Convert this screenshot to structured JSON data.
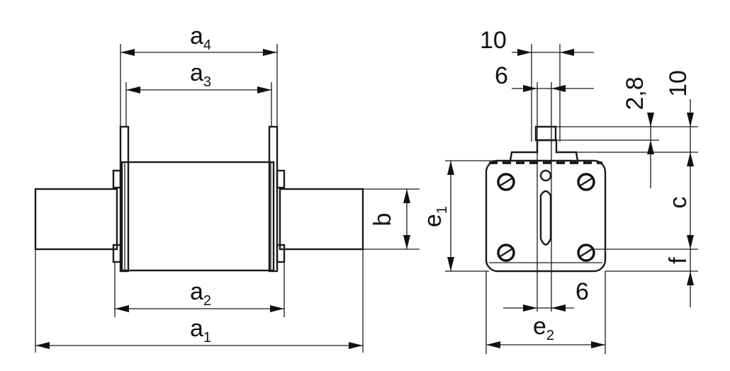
{
  "side_view": {
    "a1": {
      "base": "a",
      "sub": "1"
    },
    "a2": {
      "base": "a",
      "sub": "2"
    },
    "a3": {
      "base": "a",
      "sub": "3"
    },
    "a4": {
      "base": "a",
      "sub": "4"
    },
    "b": "b"
  },
  "front_view": {
    "top_width_outer": "10",
    "top_width_inner": "6",
    "tag_height": "2,8",
    "top_height": "10",
    "c": "c",
    "f": "f",
    "e1": {
      "base": "e",
      "sub": "1"
    },
    "e2": {
      "base": "e",
      "sub": "2"
    },
    "slot_width": "6"
  }
}
